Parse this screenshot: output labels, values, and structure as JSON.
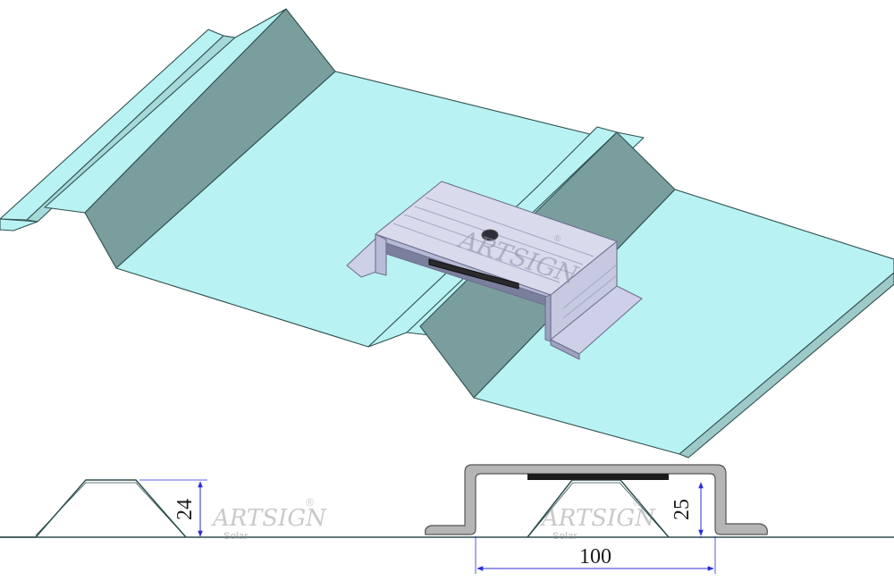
{
  "brand": {
    "name": "ARTSIGN",
    "subtitle": "Solar",
    "mark": "®"
  },
  "dimensions": {
    "rib_height": "24",
    "clamp_height": "25",
    "clamp_width": "100"
  },
  "colors": {
    "sheet_face": "#b9f2f2",
    "sheet_slope": "#7a9e9e",
    "sheet_edge": "#2f4f4f",
    "clamp_light": "#d9dbec",
    "clamp_mid": "#b8bbd6",
    "clamp_dark": "#8e91b0",
    "dimension_line": "#2b2bd6",
    "profile_fill": "#b5b5b5",
    "pad": "#1b1b1b"
  }
}
